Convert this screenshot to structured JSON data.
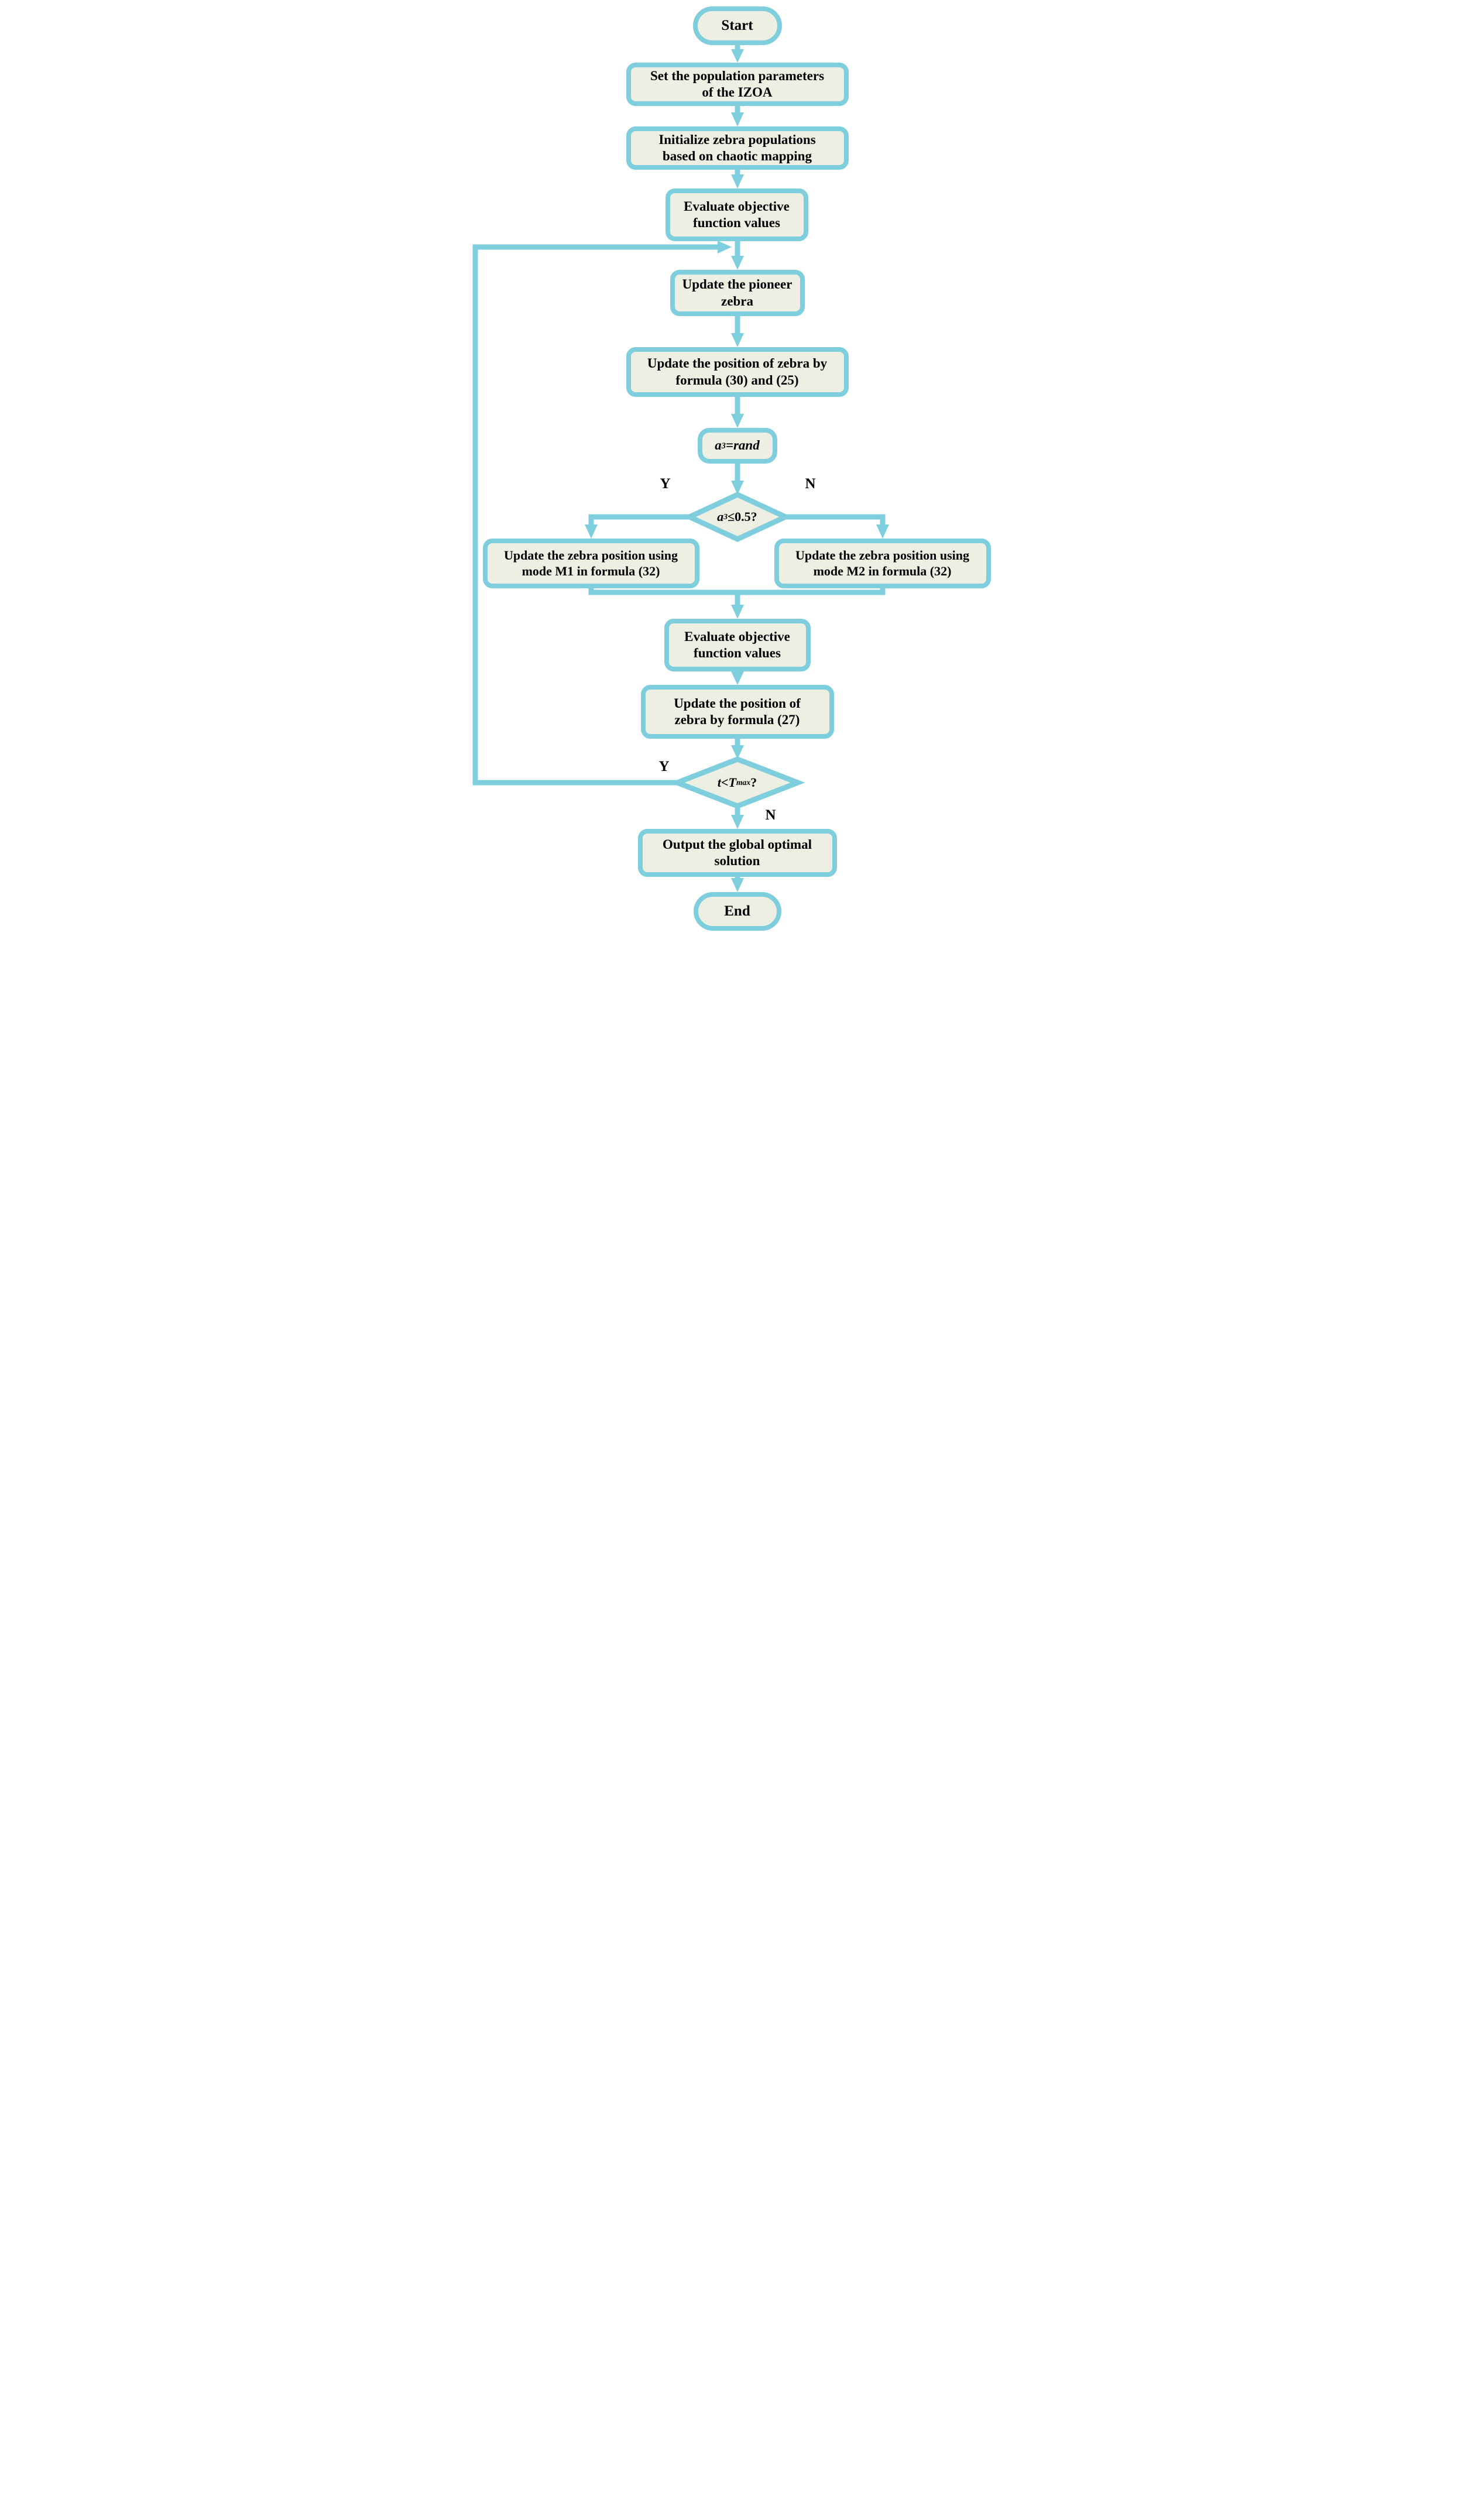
{
  "palette": {
    "line_blue": "#7ecede",
    "node_fill": "#edefe2",
    "text": "#000000",
    "background": "#ffffff"
  },
  "nodes": {
    "start": {
      "label": "Start"
    },
    "set_params": {
      "label": "Set the population parameters\nof the IZOA"
    },
    "init_pop": {
      "label": "Initialize zebra populations\nbased on chaotic mapping"
    },
    "eval_obj_1": {
      "label": "Evaluate  objective\nfunction values"
    },
    "update_pioneer": {
      "label": "Update the pioneer\nzebra"
    },
    "update_pos_30_25": {
      "label": "Update the position of zebra by\nformula (30) and (25)"
    },
    "a3_rand": {
      "var": "a",
      "sub": "3",
      "rest": "=rand"
    },
    "decision_a3": {
      "var": "a",
      "sub": "3",
      "cond": "≤0.5?"
    },
    "update_m1": {
      "label": "Update the zebra position using\nmode M1 in formula (32)"
    },
    "update_m2": {
      "label": "Update the zebra position using\nmode M2 in formula (32)"
    },
    "eval_obj_2": {
      "label": "Evaluate  objective\nfunction values"
    },
    "update_pos_27": {
      "label": "Update the position of\nzebra by formula (27)"
    },
    "decision_t": {
      "var": "t",
      "op": "<",
      "tvar": "T",
      "tsub": "max",
      "q": "?"
    },
    "output": {
      "label": "Output the global optimal\nsolution"
    },
    "end": {
      "label": "End"
    }
  },
  "branch_labels": {
    "yes": "Y",
    "no": "N"
  },
  "edges": [
    {
      "from": "start",
      "to": "set_params"
    },
    {
      "from": "set_params",
      "to": "init_pop"
    },
    {
      "from": "init_pop",
      "to": "eval_obj_1"
    },
    {
      "from": "eval_obj_1",
      "to": "update_pioneer"
    },
    {
      "from": "update_pioneer",
      "to": "update_pos_30_25"
    },
    {
      "from": "update_pos_30_25",
      "to": "a3_rand"
    },
    {
      "from": "a3_rand",
      "to": "decision_a3"
    },
    {
      "from": "decision_a3",
      "to": "update_m1",
      "label": "Y"
    },
    {
      "from": "decision_a3",
      "to": "update_m2",
      "label": "N"
    },
    {
      "from": "update_m1",
      "to": "eval_obj_2"
    },
    {
      "from": "update_m2",
      "to": "eval_obj_2"
    },
    {
      "from": "eval_obj_2",
      "to": "update_pos_27"
    },
    {
      "from": "update_pos_27",
      "to": "decision_t"
    },
    {
      "from": "decision_t",
      "to": "update_pioneer",
      "label": "Y"
    },
    {
      "from": "decision_t",
      "to": "output",
      "label": "N"
    },
    {
      "from": "output",
      "to": "end"
    }
  ]
}
